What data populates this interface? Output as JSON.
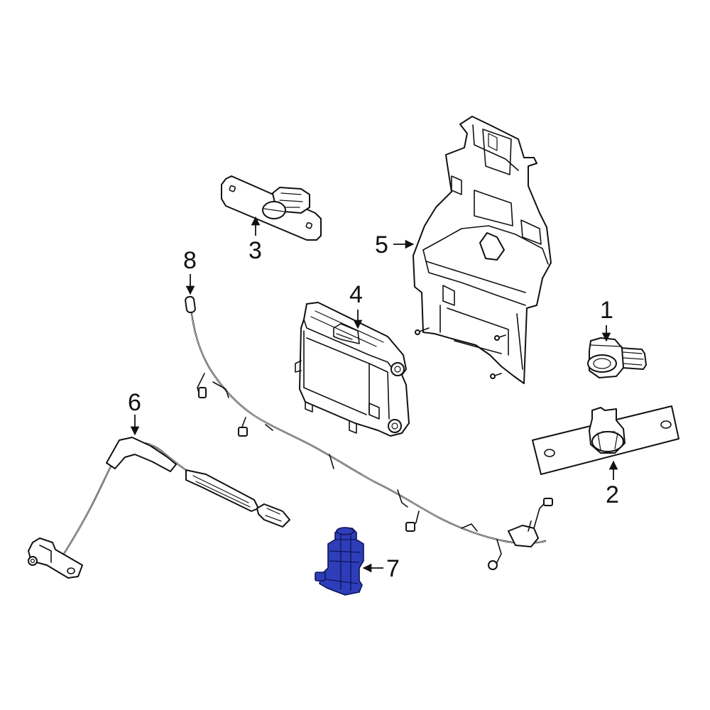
{
  "callouts": [
    {
      "id": "1",
      "label": "1"
    },
    {
      "id": "2",
      "label": "2"
    },
    {
      "id": "3",
      "label": "3"
    },
    {
      "id": "4",
      "label": "4"
    },
    {
      "id": "5",
      "label": "5"
    },
    {
      "id": "6",
      "label": "6"
    },
    {
      "id": "7",
      "label": "7"
    },
    {
      "id": "8",
      "label": "8"
    }
  ],
  "colors": {
    "line": "#111111",
    "background": "#ffffff",
    "highlight": "#2e3eb8",
    "highlight_outline": "#0d145c"
  },
  "highlighted_part": "7"
}
